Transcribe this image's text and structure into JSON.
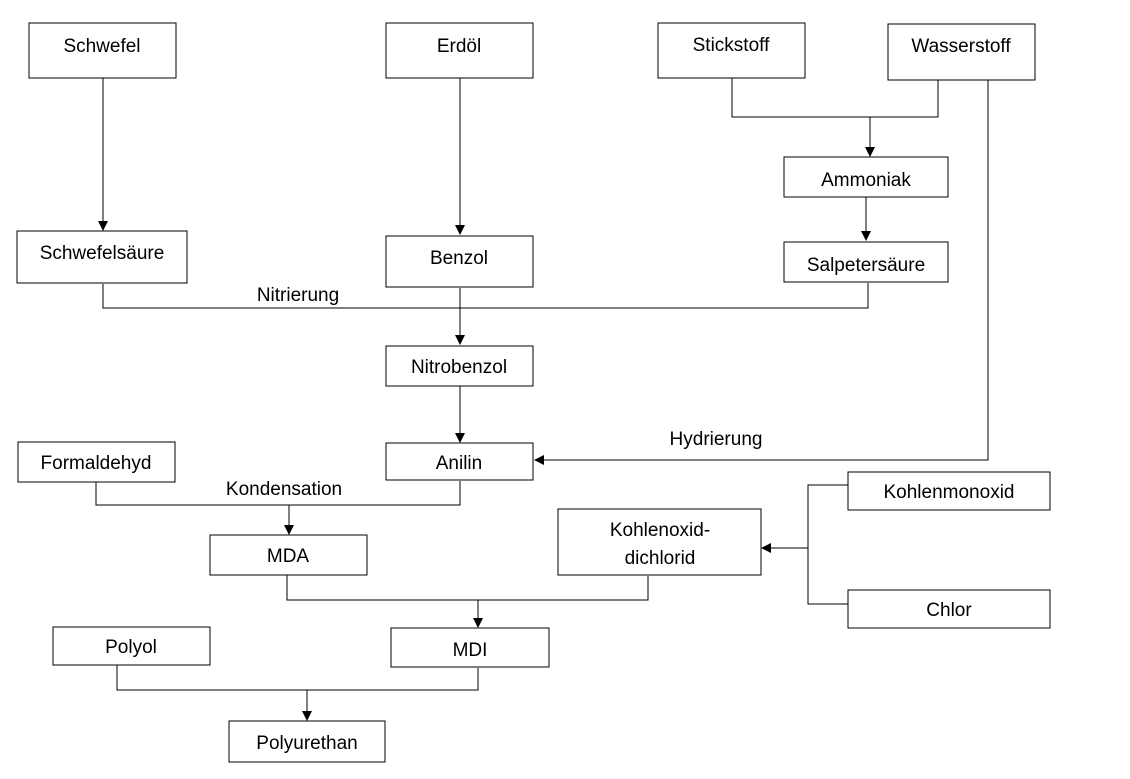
{
  "colors": {
    "background": "#ffffff",
    "line": "#000000",
    "text": "#000000"
  },
  "nodes": {
    "schwefel": "Schwefel",
    "erdoel": "Erdöl",
    "stickstoff": "Stickstoff",
    "wasserstoff": "Wasserstoff",
    "ammoniak": "Ammoniak",
    "schwefelsaeure": "Schwefelsäure",
    "benzol": "Benzol",
    "salpetersaeure": "Salpetersäure",
    "nitrobenzol": "Nitrobenzol",
    "formaldehyd": "Formaldehyd",
    "anilin": "Anilin",
    "kohlenmonoxid": "Kohlenmonoxid",
    "kohlenoxiddichlorid_line1": "Kohlenoxid-",
    "kohlenoxiddichlorid_line2": "dichlorid",
    "mda": "MDA",
    "chlor": "Chlor",
    "polyol": "Polyol",
    "mdi": "MDI",
    "polyurethan": "Polyurethan"
  },
  "edge_labels": {
    "nitrierung": "Nitrierung",
    "hydrierung": "Hydrierung",
    "kondensation": "Kondensation"
  }
}
